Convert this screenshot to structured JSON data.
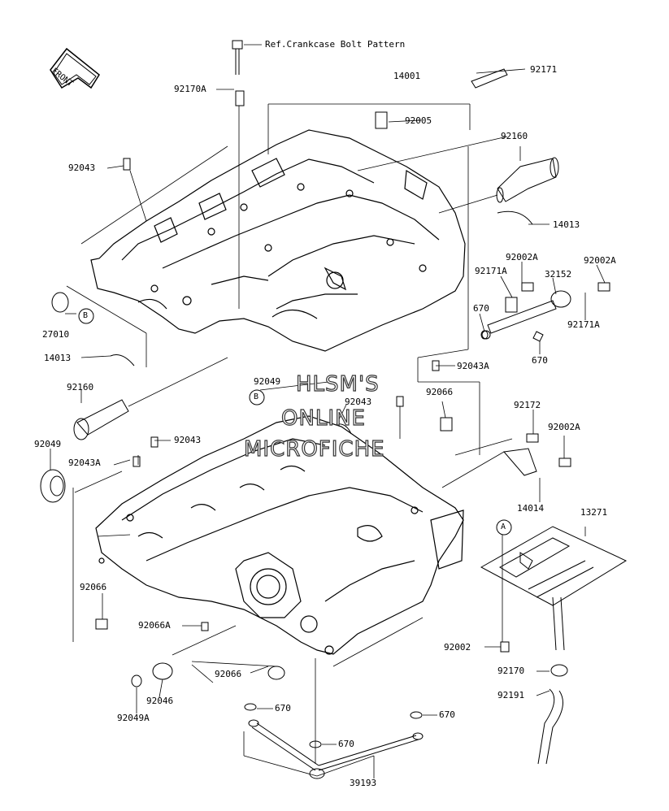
{
  "front_badge": "FRONT",
  "ref_note": "Ref.Crankcase Bolt Pattern",
  "callouts": {
    "a": "A",
    "b_upper": "B",
    "b_lower": "B"
  },
  "watermark": {
    "line1": "HLSM'S",
    "line2": "ONLINE",
    "line3": "MICROFICHE"
  },
  "labels": {
    "p14001": "14001",
    "p92171": "92171",
    "p92170a": "92170A",
    "p92005": "92005",
    "p92043_top": "92043",
    "p92160_right": "92160",
    "p14013_right": "14013",
    "p92002a_1": "92002A",
    "p92002a_2": "92002A",
    "p92171a_1": "92171A",
    "p32152": "32152",
    "p670_1": "670",
    "p92171a_2": "92171A",
    "p670_2": "670",
    "p27010": "27010",
    "p14013_left": "14013",
    "p92043a_1": "92043A",
    "p92049_mid": "92049",
    "p92043_mid": "92043",
    "p92066_right": "92066",
    "p92160_left": "92160",
    "p92172": "92172",
    "p92049_left": "92049",
    "p92043_left": "92043",
    "p92002a_3": "92002A",
    "p92043a_2": "92043A",
    "p14014": "14014",
    "p13271": "13271",
    "p92066_left": "92066",
    "p92066a": "92066A",
    "p92002": "92002",
    "p92066_bottom": "92066",
    "p92170": "92170",
    "p92046": "92046",
    "p92191": "92191",
    "p92049a": "92049A",
    "p670_3": "670",
    "p670_4": "670",
    "p670_5": "670",
    "p39193": "39193"
  }
}
